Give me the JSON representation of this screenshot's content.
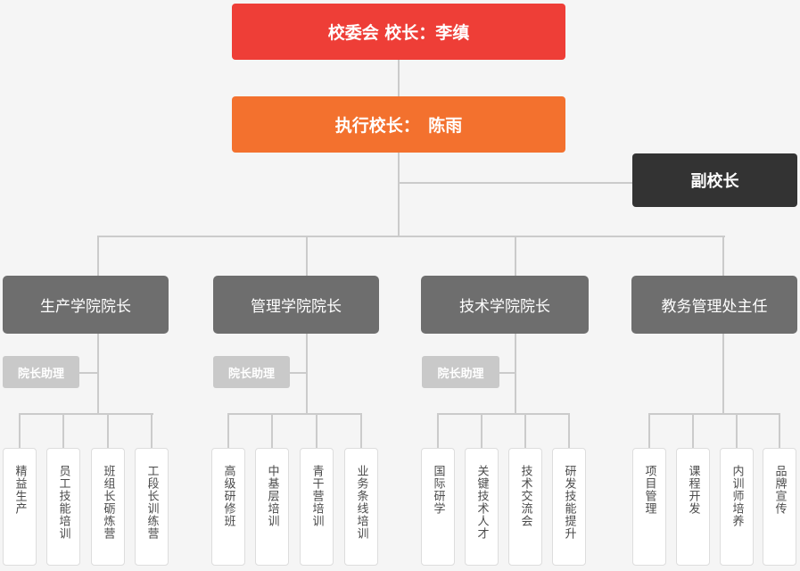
{
  "colors": {
    "chairman_red": "#ee3e37",
    "executive_orange": "#f3712e",
    "vice_dark": "#333333",
    "dean_gray": "#6e6e6e",
    "assistant_gray": "#c9c9c9",
    "connector_line": "#cbcbcb",
    "background": "#f5f5f5",
    "program_text": "#4b4b4b"
  },
  "chairman": {
    "label": "校委会 校长：李缜"
  },
  "executive_principal": {
    "label": "执行校长：　陈雨"
  },
  "vice_principal": {
    "label": "副校长"
  },
  "deans": [
    {
      "label": "生产学院院长"
    },
    {
      "label": "管理学院院长"
    },
    {
      "label": "技术学院院长"
    },
    {
      "label": "教务管理处主任"
    }
  ],
  "assistant_label": "院长助理",
  "groups": [
    {
      "items": [
        "精益生产",
        "员工技能培训",
        "班组长砺炼营",
        "工段长训练营"
      ]
    },
    {
      "items": [
        "高级研修班",
        "中基层培训",
        "青干营培训",
        "业务条线培训"
      ]
    },
    {
      "items": [
        "国际研学",
        "关键技术人才",
        "技术交流会",
        "研发技能提升"
      ]
    },
    {
      "items": [
        "项目管理",
        "课程开发",
        "内训师培养",
        "品牌宣传"
      ]
    }
  ]
}
